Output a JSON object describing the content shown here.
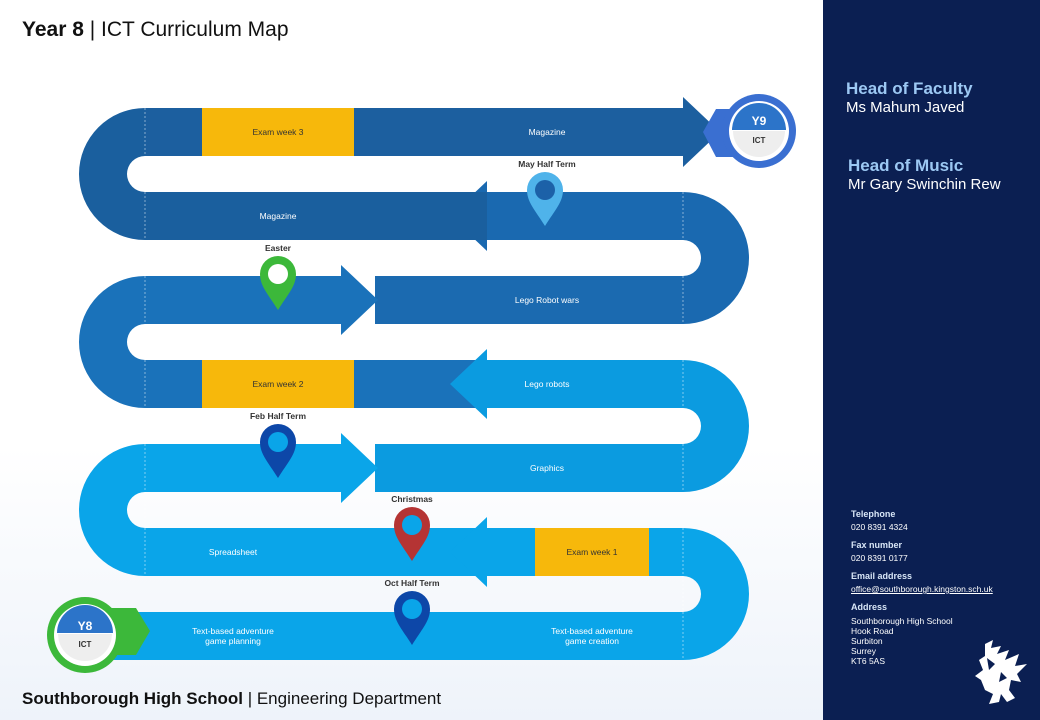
{
  "header": {
    "title_bold": "Year 8",
    "title_rest": " | ICT Curriculum Map"
  },
  "footer": {
    "school": "Southborough High School",
    "department": " | Engineering Department"
  },
  "badges": {
    "start": {
      "label": "Y8",
      "sub": "ICT",
      "ring_color": "#3cb83a"
    },
    "end": {
      "label": "Y9",
      "sub": "ICT",
      "ring_color": "#3a6fd1"
    }
  },
  "road": {
    "row1": {
      "exam": "Exam week 3",
      "topic": "Magazine"
    },
    "row2": {
      "topic": "Magazine"
    },
    "row3": {
      "topic": "Lego Robot wars"
    },
    "row4": {
      "exam": "Exam week 2",
      "topic": "Lego robots"
    },
    "row5": {
      "topic": "Graphics"
    },
    "row6": {
      "topic": "Spreadsheet",
      "exam": "Exam week 1"
    },
    "row7": {
      "topic_a_line1": "Text-based adventure",
      "topic_a_line2": "game planning",
      "topic_b_line1": "Text-based adventure",
      "topic_b_line2": "game creation"
    }
  },
  "markers": {
    "may": {
      "label": "May Half Term",
      "color": "#4fb3ea"
    },
    "easter": {
      "label": "Easter",
      "color": "#3cb83a"
    },
    "feb": {
      "label": "Feb Half Term",
      "color": "#0d47a8"
    },
    "christmas": {
      "label": "Christmas",
      "color": "#b53434"
    },
    "oct": {
      "label": "Oct Half Term",
      "color": "#0d47a8"
    }
  },
  "colors": {
    "exam": "#f7b80b",
    "road_dark": "#1c61a8",
    "road_light": "#0aa5e9",
    "panel": "#0b1f52"
  },
  "panel": {
    "faculty_label": "Head of Faculty",
    "faculty_name": "Ms Mahum Javed",
    "music_label": "Head of Music",
    "music_name": "Mr Gary Swinchin Rew",
    "tel_label": "Telephone",
    "tel": "020 8391 4324",
    "fax_label": "Fax number",
    "fax": "020 8391 0177",
    "email_label": "Email address",
    "email": "office@southborough.kingston.sch.uk",
    "addr_label": "Address",
    "address": [
      "Southborough High School",
      "Hook Road",
      "Surbiton",
      "Surrey",
      "KT6 5AS"
    ]
  }
}
